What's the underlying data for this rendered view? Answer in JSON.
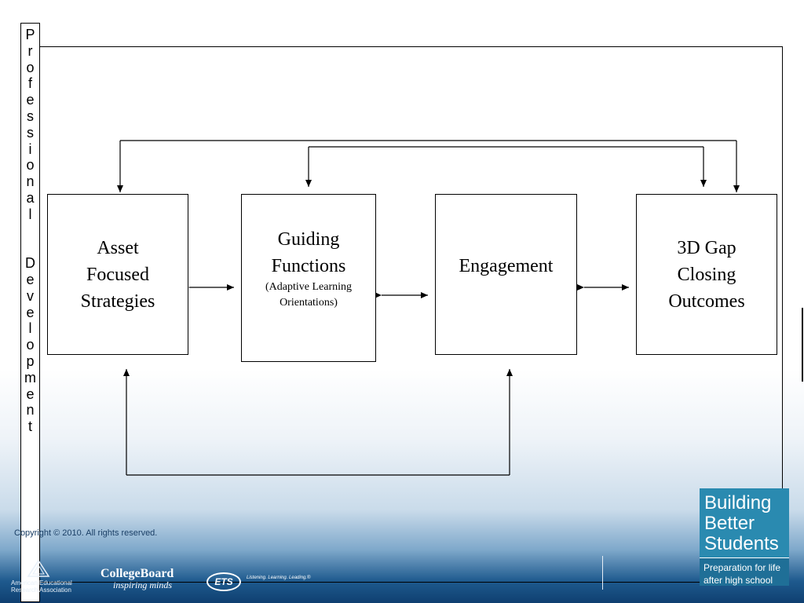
{
  "sidebar_vertical": {
    "letters": [
      "P",
      "r",
      "o",
      "f",
      "e",
      "s",
      "s",
      "i",
      "o",
      "n",
      "a",
      "l",
      " ",
      " ",
      "D",
      "e",
      "v",
      "e",
      "l",
      "o",
      "p",
      "m",
      "e",
      "n",
      "t"
    ]
  },
  "diagram": {
    "boxes": [
      {
        "title_lines": [
          "Asset",
          "Focused",
          "Strategies"
        ],
        "subtitle": ""
      },
      {
        "title_lines": [
          "Guiding",
          "Functions"
        ],
        "subtitle_lines": [
          "(Adaptive Learning",
          "Orientations)"
        ]
      },
      {
        "title_lines": [
          "Engagement"
        ],
        "subtitle": ""
      },
      {
        "title_lines": [
          "3D Gap",
          "Closing",
          "Outcomes"
        ],
        "subtitle": ""
      }
    ]
  },
  "footer": {
    "copyright": "Copyright © 2010. All rights reserved.",
    "aera_lines": [
      "American Educational",
      "Research Association"
    ],
    "collegeboard_name": "CollegeBoard",
    "collegeboard_tagline": "inspiring minds",
    "ets_logo": "ETS",
    "ets_tagline": "Listening. Learning. Leading.®",
    "badge_title_lines": [
      "Building",
      "Better",
      "Students"
    ],
    "badge_subtitle_lines": [
      "Preparation for life",
      "after high school"
    ]
  }
}
